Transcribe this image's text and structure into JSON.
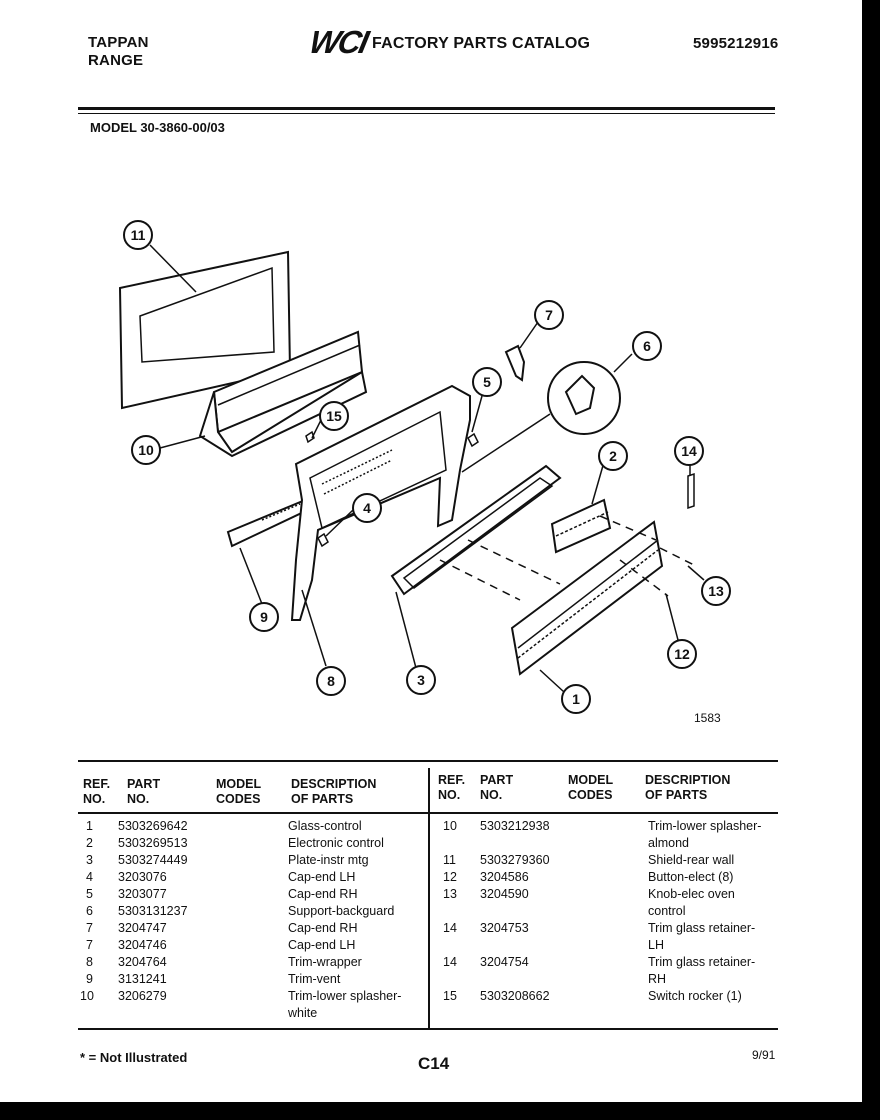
{
  "header": {
    "brand_line1": "TAPPAN",
    "brand_line2": "RANGE",
    "logo_text": "WCI",
    "catalog_title": "FACTORY PARTS CATALOG",
    "catalog_number": "5995212916",
    "model": "MODEL 30-3860-00/03"
  },
  "diagram": {
    "figure_number": "1583",
    "callouts": [
      "1",
      "2",
      "3",
      "4",
      "5",
      "6",
      "7",
      "8",
      "9",
      "10",
      "11",
      "12",
      "13",
      "14",
      "15"
    ]
  },
  "table": {
    "headers": {
      "ref_no": [
        "REF.",
        "NO."
      ],
      "part_no": [
        "PART",
        "NO."
      ],
      "model_codes": [
        "MODEL",
        "CODES"
      ],
      "description": [
        "DESCRIPTION",
        "OF PARTS"
      ]
    },
    "left_rows": [
      {
        "ref": "1",
        "part": "5303269642",
        "desc": "Glass-control"
      },
      {
        "ref": "2",
        "part": "5303269513",
        "desc": "Electronic control"
      },
      {
        "ref": "3",
        "part": "5303274449",
        "desc": "Plate-instr mtg"
      },
      {
        "ref": "4",
        "part": "3203076",
        "desc": "Cap-end LH"
      },
      {
        "ref": "5",
        "part": "3203077",
        "desc": "Cap-end RH"
      },
      {
        "ref": "6",
        "part": "5303131237",
        "desc": "Support-backguard"
      },
      {
        "ref": "7",
        "part": "3204747",
        "desc": "Cap-end RH"
      },
      {
        "ref": "7",
        "part": "3204746",
        "desc": "Cap-end LH"
      },
      {
        "ref": "8",
        "part": "3204764",
        "desc": "Trim-wrapper"
      },
      {
        "ref": "9",
        "part": "3131241",
        "desc": "Trim-vent"
      },
      {
        "ref": "10",
        "part": "3206279",
        "desc": "Trim-lower splasher-",
        "desc2": "white"
      }
    ],
    "right_rows": [
      {
        "ref": "10",
        "part": "5303212938",
        "desc": "Trim-lower splasher-",
        "desc2": "almond"
      },
      {
        "ref": "11",
        "part": "5303279360",
        "desc": "Shield-rear wall"
      },
      {
        "ref": "12",
        "part": "3204586",
        "desc": "Button-elect (8)"
      },
      {
        "ref": "13",
        "part": "3204590",
        "desc": "Knob-elec oven",
        "desc2": "control"
      },
      {
        "ref": "14",
        "part": "3204753",
        "desc": "Trim glass retainer-",
        "desc2": "LH"
      },
      {
        "ref": "14",
        "part": "3204754",
        "desc": "Trim glass retainer-",
        "desc2": "RH"
      },
      {
        "ref": "15",
        "part": "5303208662",
        "desc": "Switch rocker (1)"
      }
    ]
  },
  "footer": {
    "note": "* = Not Illustrated",
    "page": "C14",
    "date": "9/91"
  }
}
